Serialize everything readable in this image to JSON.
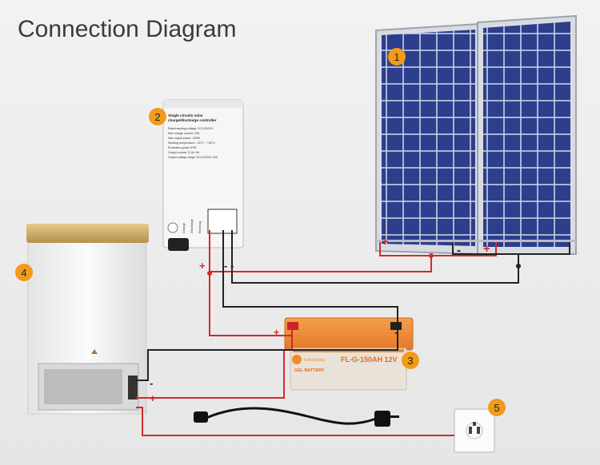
{
  "title": "Connection Diagram",
  "components": [
    {
      "number": "1",
      "label": ""
    },
    {
      "number": "2",
      "label": ""
    },
    {
      "number": "3",
      "label": ""
    },
    {
      "number": "4",
      "label": ""
    },
    {
      "number": "5",
      "label": ""
    }
  ],
  "controller": {
    "heading_line1": "Single circuits solar",
    "heading_line2": "charge/discharge controller",
    "specs": [
      "Rated working voltage: DC12V/24V",
      "Max charge current: 20A",
      "Max output power: 150W",
      "Working temperature: -20°C ~ +60°C",
      "Protection grade: IP67",
      "Output current: 0.1A~5A",
      "Output voltage range: DC12V/24V 10A"
    ],
    "status_labels": [
      "Charge",
      "Discharge",
      "Running"
    ]
  },
  "battery": {
    "model": "FL-G-150AH 12V",
    "type_label": "GEL BATTERY",
    "brand": "Felicitysolar"
  },
  "polarity": {
    "plus": "+",
    "minus": "-"
  },
  "colors": {
    "positive_wire": "#d42a2a",
    "negative_wire": "#222222",
    "badge": "#f39a1a",
    "battery_orange": "#ef8a2e",
    "panel_cell": "#2c3e8c"
  },
  "icons": [
    "solar-panel-icon",
    "charge-controller-icon",
    "battery-icon",
    "refrigerator-icon",
    "wall-socket-icon",
    "power-plug-icon"
  ]
}
